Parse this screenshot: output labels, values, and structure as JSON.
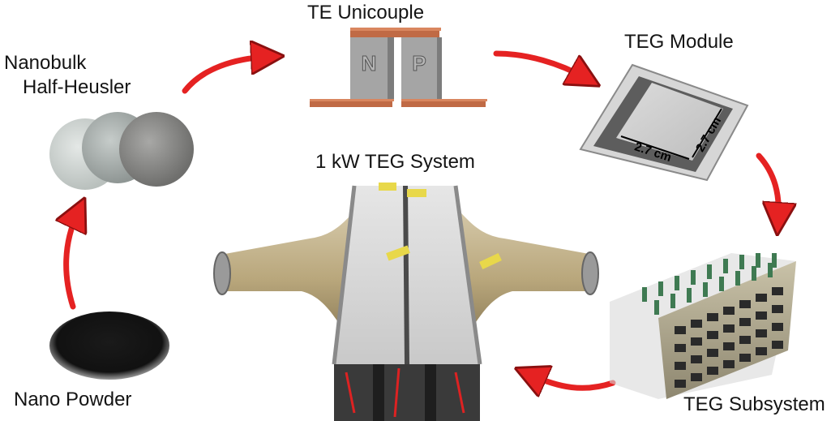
{
  "diagram": {
    "type": "process-cycle",
    "arrow_color": "#e52222",
    "stages": [
      {
        "id": "nano_powder",
        "label": "Nano Powder"
      },
      {
        "id": "nanobulk",
        "label_line1": "Nanobulk",
        "label_line2": "Half-Heusler"
      },
      {
        "id": "unicouple",
        "label": "TE Unicouple",
        "leg_n": "N",
        "leg_p": "P"
      },
      {
        "id": "module",
        "label": "TEG Module",
        "dim_width": "2.7 cm",
        "dim_depth": "2.7 cm"
      },
      {
        "id": "subsystem",
        "label": "TEG Subsystem"
      },
      {
        "id": "system",
        "label": "1 kW TEG System"
      }
    ],
    "flow": [
      "Nano Powder",
      "Nanobulk Half-Heusler",
      "TE Unicouple",
      "TEG Module",
      "TEG Subsystem",
      "1 kW TEG System"
    ]
  }
}
